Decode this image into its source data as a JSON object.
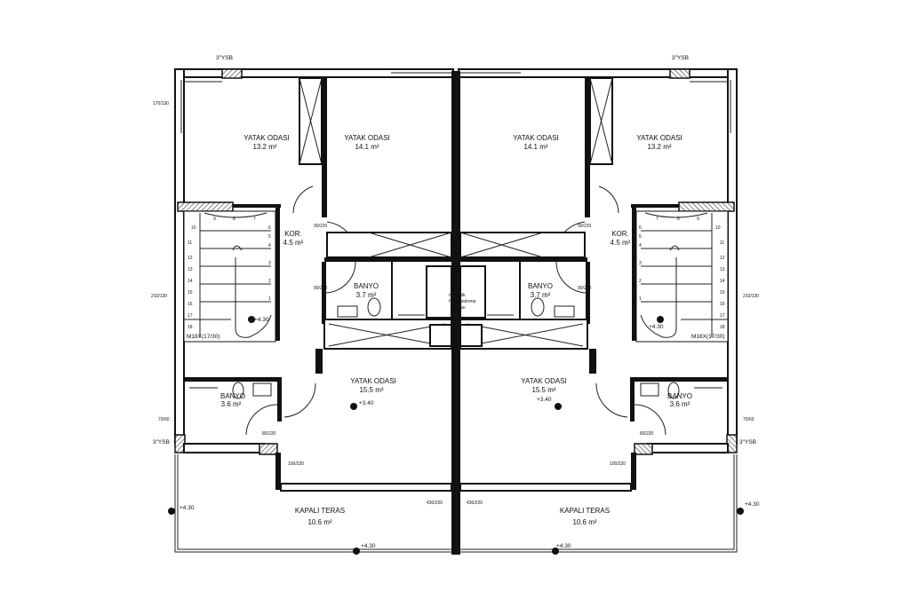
{
  "title": "Floor plan",
  "rooms_left": [
    {
      "name": "YATAK ODASI",
      "area": "13.2 m²"
    },
    {
      "name": "YATAK ODASI",
      "area": "14.1 m²"
    },
    {
      "name": "KOR.",
      "area": "4.5 m²"
    },
    {
      "name": "BANYO",
      "area": "3.7 m²"
    },
    {
      "name": "YATAK ODASI",
      "area": "15.5 m²"
    },
    {
      "name": "BANYO",
      "area": "3.6 m²"
    },
    {
      "name": "KAPALI TERAS",
      "area": "10.6 m²"
    }
  ],
  "rooms_right": [
    {
      "name": "YATAK ODASI",
      "area": "14.1 m²"
    },
    {
      "name": "YATAK ODASI",
      "area": "13.2 m²"
    },
    {
      "name": "KOR.",
      "area": "4.5 m²"
    },
    {
      "name": "BANYO",
      "area": "3.7 m²"
    },
    {
      "name": "YATAK ODASI",
      "area": "15.5 m²"
    },
    {
      "name": "BANYO",
      "area": "3.6 m²"
    },
    {
      "name": "KAPALI TERAS",
      "area": "10.6 m²"
    }
  ],
  "shaft": {
    "line1": "mekanik",
    "line2": "havalandırma",
    "line3": "bacası"
  },
  "levels": {
    "stair": "+4.30",
    "bedroom": "+3.40",
    "terrace": "+4.30"
  },
  "stair": {
    "spec": "M18X(17/30)",
    "steps": [
      "1",
      "2",
      "3",
      "4",
      "5",
      "6",
      "7",
      "8",
      "9",
      "10",
      "11",
      "12",
      "13",
      "14",
      "15",
      "16",
      "17",
      "18"
    ]
  },
  "annotations": {
    "ysb": "3\"YSB",
    "door_k": "90/220",
    "door_k2": "80/220",
    "door_p": "100/220",
    "win_side": "210/130",
    "win_top": "170/130",
    "win_small": "70/60",
    "terrace_door": "430/220"
  }
}
